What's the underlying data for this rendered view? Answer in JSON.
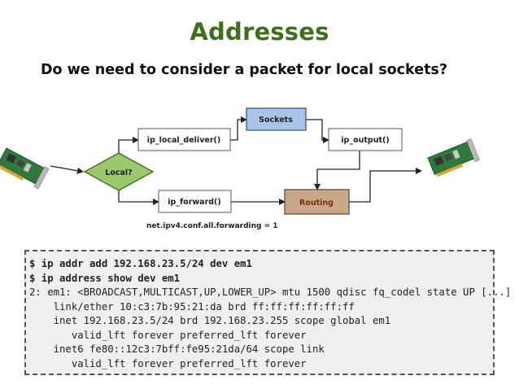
{
  "title": "Addresses",
  "subtitle": "Do we need to consider a packet for local sockets?",
  "diagram": {
    "decision": "Local?",
    "ip_local_deliver": "ip_local_deliver()",
    "sockets": "Sockets",
    "ip_output": "ip_output()",
    "ip_forward": "ip_forward()",
    "routing": "Routing",
    "sysctl_note": "net.ipv4.conf.all.forwarding = 1",
    "colors": {
      "title": "#3f6f1c",
      "decision_fill": "#9bc86b",
      "sockets_fill": "#a9c4e6",
      "routing_fill": "#c9a88a",
      "box_border": "#555555"
    },
    "icons": [
      "network-card-left-icon",
      "network-card-right-icon"
    ]
  },
  "terminal": {
    "lines": [
      {
        "text": "$ ip addr add 192.168.23.5/24 dev em1",
        "bold": true
      },
      {
        "text": "$ ip address show dev em1",
        "bold": true
      },
      {
        "text": "2: em1: <BROADCAST,MULTICAST,UP,LOWER_UP> mtu 1500 qdisc fq_codel state UP [...]",
        "bold": false
      },
      {
        "text": "    link/ether 10:c3:7b:95:21:da brd ff:ff:ff:ff:ff:ff",
        "bold": false
      },
      {
        "text": "    inet 192.168.23.5/24 brd 192.168.23.255 scope global em1",
        "bold": false
      },
      {
        "text": "       valid_lft forever preferred_lft forever",
        "bold": false
      },
      {
        "text": "    inet6 fe80::12c3:7bff:fe95:21da/64 scope link",
        "bold": false
      },
      {
        "text": "       valid_lft forever preferred_lft forever",
        "bold": false
      }
    ]
  }
}
